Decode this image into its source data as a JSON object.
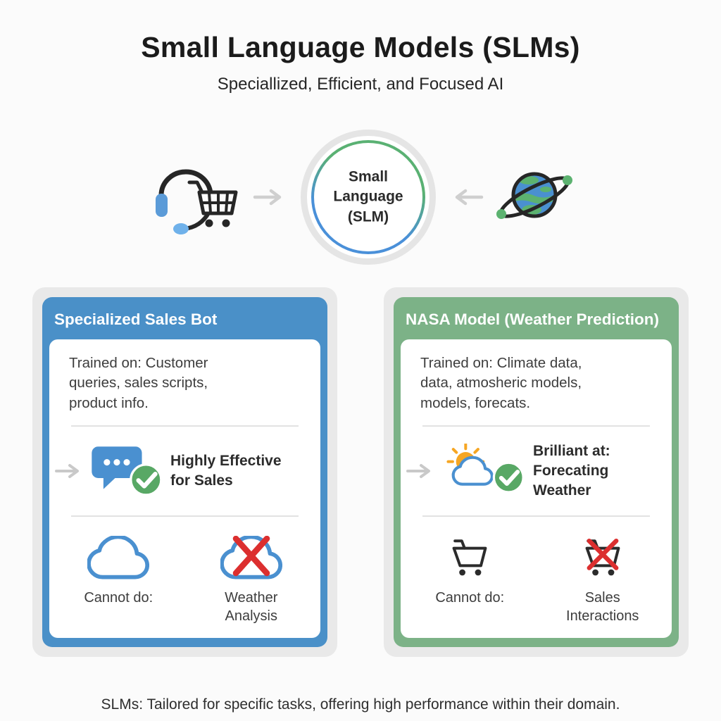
{
  "header": {
    "title": "Small Language Models (SLMs)",
    "subtitle": "Speciallized, Efficient, and Focused AI"
  },
  "hub": {
    "left_icon": "headset-shopping-cart-icon",
    "right_icon": "planet-orbit-icon",
    "arrow_in_left": "arrow-right-icon",
    "arrow_in_right": "arrow-left-icon",
    "circle_label": "Small\nLanguage\n(SLM)",
    "ring_color_top": "#5ab173",
    "ring_color_bottom": "#4a90d9",
    "outer_ring_color": "#e5e5e5"
  },
  "cards": [
    {
      "title": "Specialized Sales Bot",
      "accent": "#4a90c8",
      "trained_on": "Trained on: Customer\nqueries, sales scripts,\nproduct info.",
      "strength_icon": "chat-bubble-check-icon",
      "strength": "Highly Effective\nfor Sales",
      "cannot_label": "Cannot do:",
      "cannot_icon": "cloud-icon",
      "cannot_item": "Weather\nAnalysis",
      "cannot_item_icon": "crossed-cloud-icon"
    },
    {
      "title": "NASA Model (Weather Prediction)",
      "accent": "#7cb287",
      "trained_on": "Trained on: Climate data,\ndata, atmosheric models,\nmodels, forecats.",
      "strength_icon": "sun-cloud-check-icon",
      "strength": "Brilliant at:\nForecating Weather",
      "cannot_label": "Cannot do:",
      "cannot_icon": "shopping-cart-icon",
      "cannot_item": "Sales\nInteractions",
      "cannot_item_icon": "crossed-cart-icon"
    }
  ],
  "footer": {
    "caption": "SLMs: Tailored for specific tasks, offering high performance within their domain."
  },
  "colors": {
    "background": "#fbfbfb",
    "card_shadow": "#e9e9e9",
    "blue_accent": "#4a90c8",
    "green_accent": "#7cb287",
    "check_green": "#58a865",
    "error_red": "#dc2f2f",
    "sun_orange": "#f6a623",
    "arrow_gray": "#cfcfcf",
    "divider_gray": "#e2e2e2"
  }
}
